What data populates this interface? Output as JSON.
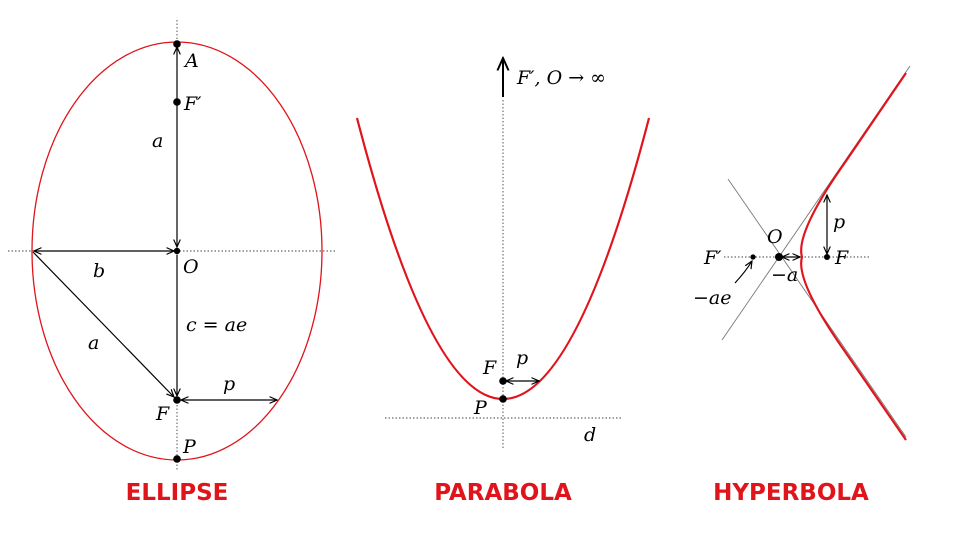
{
  "titles": {
    "ellipse": "ELLIPSE",
    "parabola": "PARABOLA",
    "hyperbola": "HYPERBOLA"
  },
  "ellipse": {
    "apex_label": "A",
    "focus2_label": "F′",
    "semi_major_label": "a",
    "semi_minor_label": "b",
    "center_label": "O",
    "focal_dist_label": "c = ae",
    "radius_label": "a",
    "focus_label": "F",
    "semi_latus_label": "p",
    "periapsis_label": "P"
  },
  "parabola": {
    "infinity_label": "F′, O → ∞",
    "focus_label": "F",
    "semi_latus_label": "p",
    "periapsis_label": "P",
    "directrix_label": "d"
  },
  "hyperbola": {
    "center_label": "O",
    "semi_latus_label": "p",
    "focus2_label": "F′",
    "focus_label": "F",
    "neg_a_label": "−a",
    "neg_ae_label": "−ae"
  },
  "colors": {
    "curve": "#e0141b",
    "title": "#e0141b",
    "ink": "#000000"
  }
}
